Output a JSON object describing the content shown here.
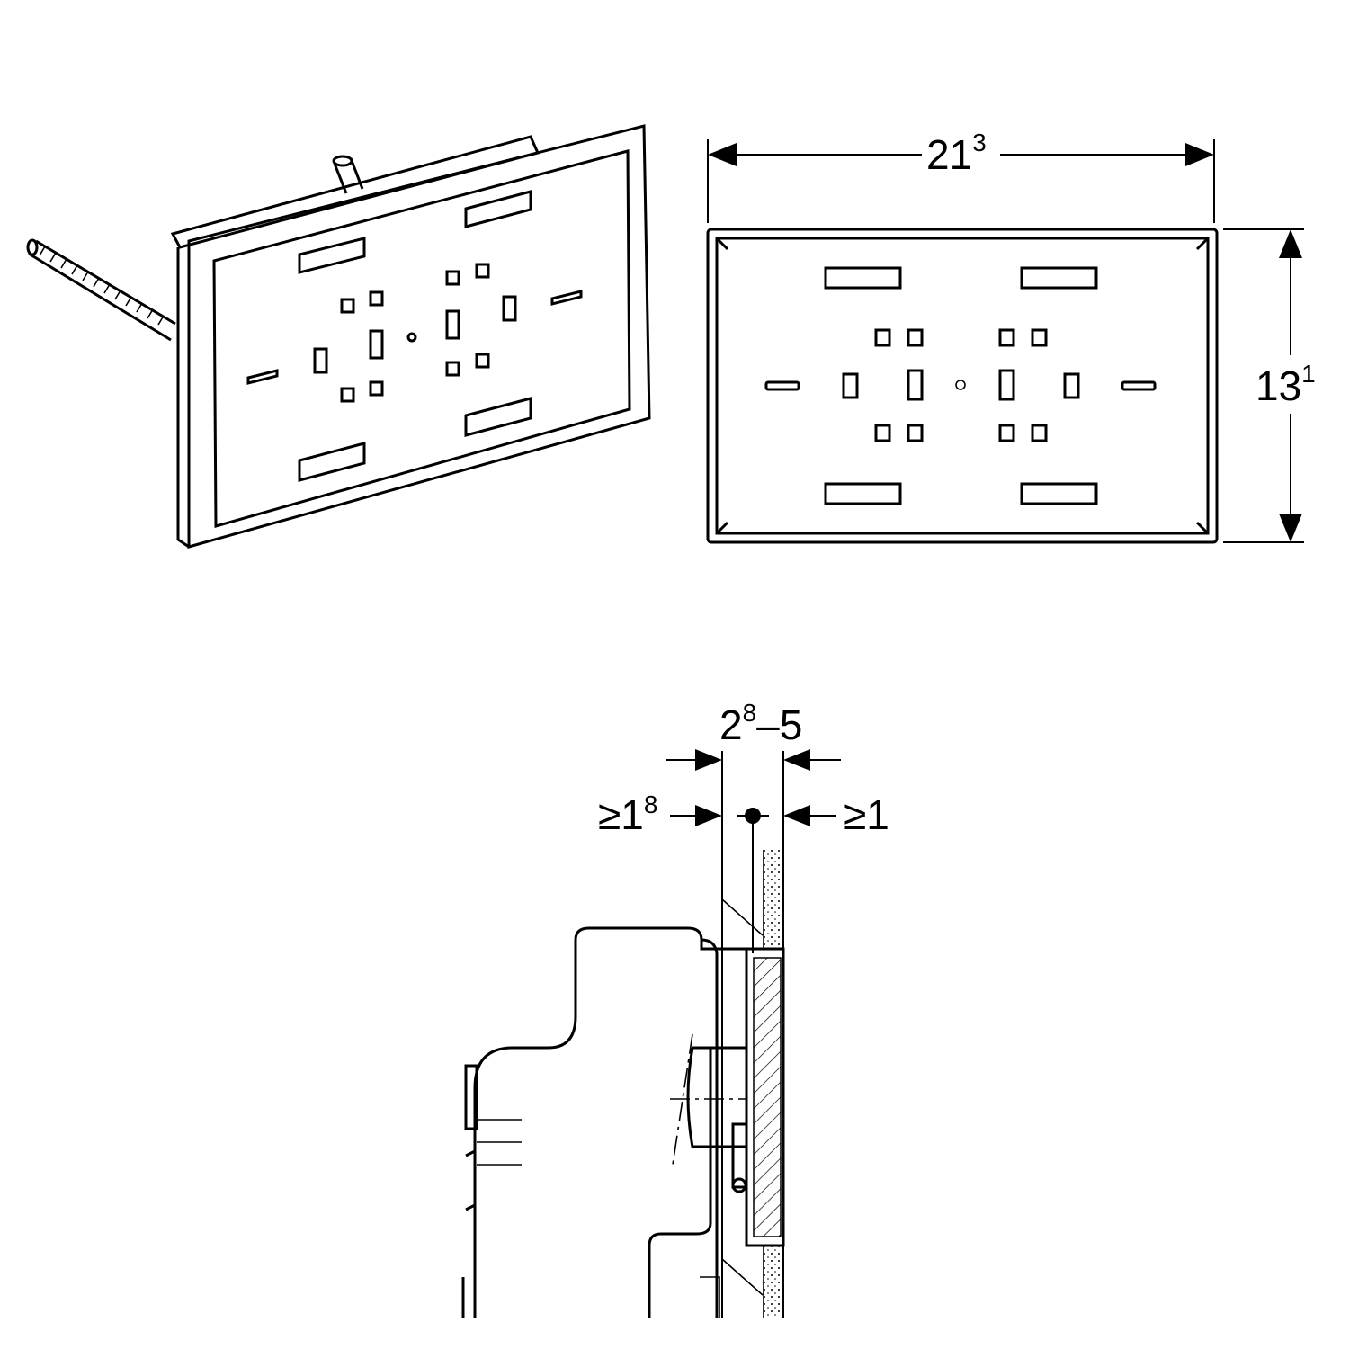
{
  "dimensions": {
    "width": {
      "main": "21",
      "sup": "3"
    },
    "height": {
      "main": "13",
      "sup": "1"
    },
    "depth_range": {
      "main": "2",
      "sup": "8",
      "rest": "–5"
    },
    "min_left": {
      "main": "≥1",
      "sup": "8"
    },
    "min_right": {
      "main": "≥1"
    }
  }
}
